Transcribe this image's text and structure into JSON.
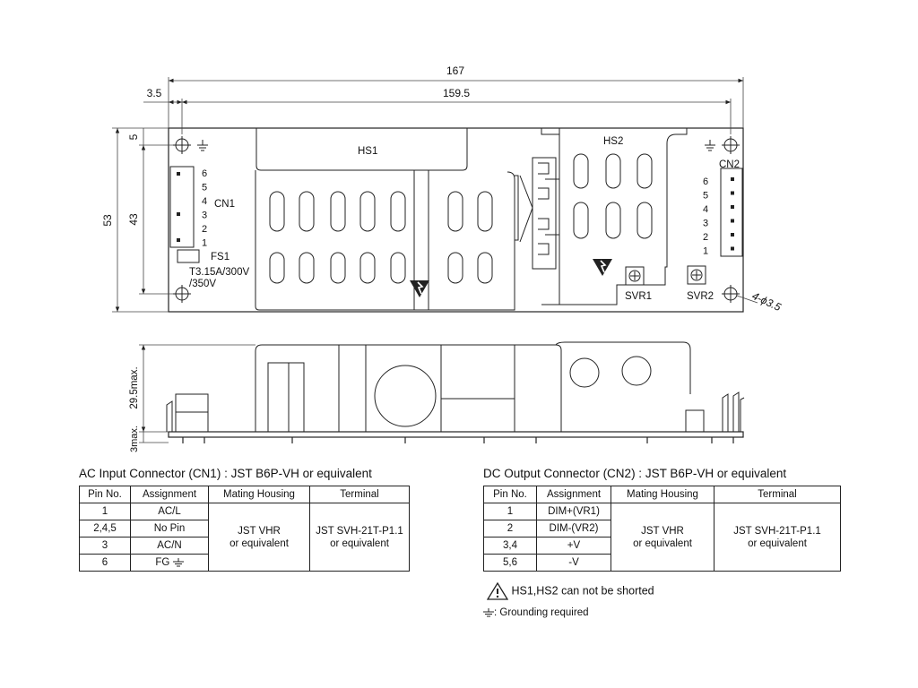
{
  "drawing": {
    "dims": {
      "overall_width": "167",
      "hole_spacing": "159.5",
      "edge_offset": "3.5",
      "top_offset": "5",
      "overall_height": "53",
      "hole_vertical": "43",
      "max_height": "29.5max.",
      "bottom_clearance": "3max.",
      "hole_dia": "4-ϕ3.5"
    },
    "labels": {
      "hs1": "HS1",
      "hs2": "HS2",
      "cn1": "CN1",
      "cn2": "CN2",
      "fs1": "FS1",
      "fuse_rating_1": "T3.15A/300V",
      "fuse_rating_2": "/350V",
      "svr1": "SVR1",
      "svr2": "SVR2"
    },
    "cn1_pins": [
      "6",
      "5",
      "4",
      "3",
      "2",
      "1"
    ],
    "cn2_pins": [
      "6",
      "5",
      "4",
      "3",
      "2",
      "1"
    ]
  },
  "ac_table": {
    "title": "AC Input Connector (CN1) : JST B6P-VH or equivalent",
    "headers": [
      "Pin No.",
      "Assignment",
      "Mating Housing",
      "Terminal"
    ],
    "rows": [
      {
        "pin": "1",
        "assignment": "AC/L"
      },
      {
        "pin": "2,4,5",
        "assignment": "No Pin"
      },
      {
        "pin": "3",
        "assignment": "AC/N"
      },
      {
        "pin": "6",
        "assignment": "FG"
      }
    ],
    "housing_1": "JST VHR",
    "housing_2": "or equivalent",
    "terminal_1": "JST SVH-21T-P1.1",
    "terminal_2": "or equivalent"
  },
  "dc_table": {
    "title": "DC Output Connector (CN2) : JST B6P-VH or equivalent",
    "headers": [
      "Pin No.",
      "Assignment",
      "Mating Housing",
      "Terminal"
    ],
    "rows": [
      {
        "pin": "1",
        "assignment": "DIM+(VR1)"
      },
      {
        "pin": "2",
        "assignment": "DIM-(VR2)"
      },
      {
        "pin": "3,4",
        "assignment": "+V"
      },
      {
        "pin": "5,6",
        "assignment": "-V"
      }
    ],
    "housing_1": "JST VHR",
    "housing_2": "or equivalent",
    "terminal_1": "JST SVH-21T-P1.1",
    "terminal_2": "or equivalent"
  },
  "notes": {
    "warning": "HS1,HS2 can not be shorted",
    "grounding": ": Grounding required"
  }
}
